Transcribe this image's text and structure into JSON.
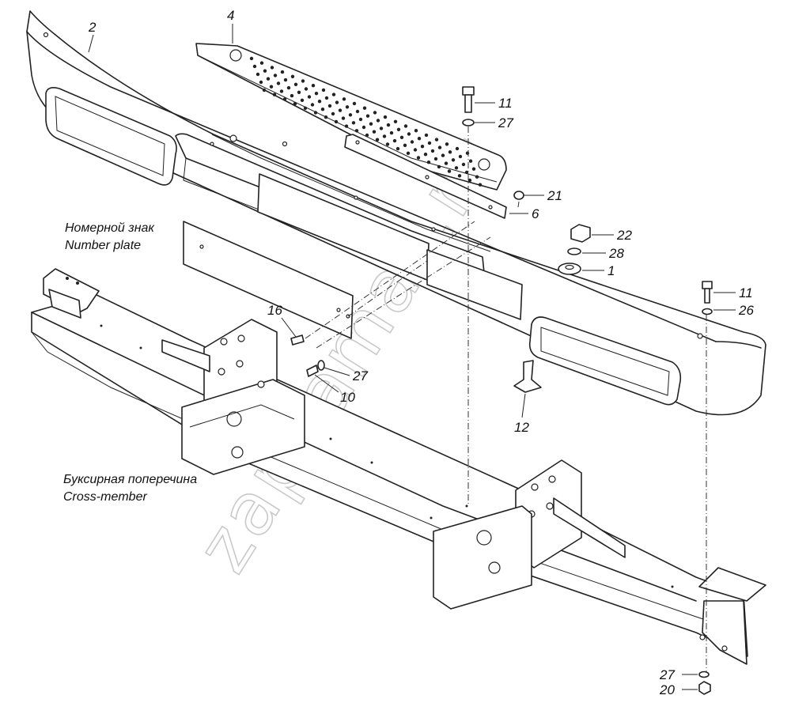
{
  "watermark": "zapkamaz.ru",
  "captions": {
    "number_plate_ru": "Номерной знак",
    "number_plate_en": "Number plate",
    "cross_member_ru": "Буксирная поперечина",
    "cross_member_en": "Cross-member"
  },
  "callouts": {
    "c2": "2",
    "c4": "4",
    "c11_top": "11",
    "c27_top": "27",
    "c21": "21",
    "c6": "6",
    "c22": "22",
    "c28": "28",
    "c1": "1",
    "c11_right": "11",
    "c26": "26",
    "c16": "16",
    "c27_mid": "27",
    "c10": "10",
    "c12": "12",
    "c27_bottom": "27",
    "c20": "20"
  },
  "colors": {
    "line": "#222222",
    "background": "#ffffff",
    "watermark": "#c9c9c9"
  }
}
